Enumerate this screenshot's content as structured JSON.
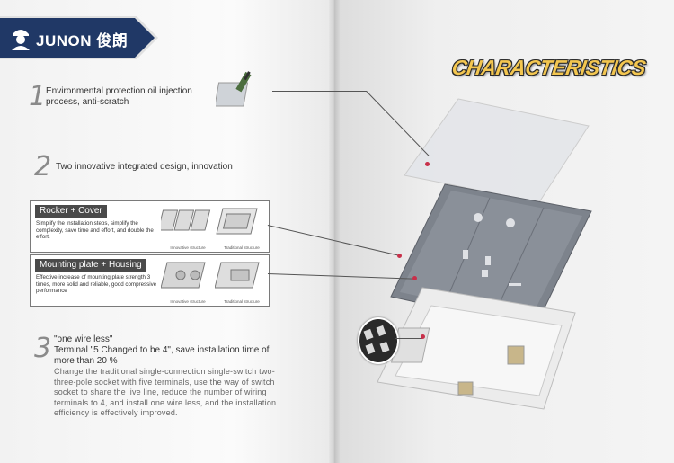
{
  "brand": {
    "name": "JUNON 俊朗"
  },
  "headline": "CHARACTERISTICS",
  "features": [
    {
      "number": "1",
      "text": "Environmental protection oil injection process, anti-scratch"
    },
    {
      "number": "2",
      "text": "Two innovative integrated design, innovation"
    },
    {
      "number": "3",
      "highlight": "\"one wire less\"",
      "title": "Terminal \"5 Changed to be 4\", save installation time of more than 20 %",
      "description": "Change the traditional single-connection single-switch two-three-pole socket with five terminals, use the way of switch socket to share the live line, reduce the number of wiring terminals to 4, and install one wire less, and the installation efficiency is effectively improved."
    }
  ],
  "boxes": [
    {
      "label": "Rocker + Cover",
      "description": "Simplify the installation steps, simplify the complexity, save time and effort, and double the effort.",
      "thumb_captions": [
        "Innovative structure",
        "Traditional structure"
      ]
    },
    {
      "label": "Mounting plate + Housing",
      "description": "Effective increase of mounting plate strength 3 times, more solid and reliable, good compressive performance",
      "thumb_captions": [
        "Innovative structure",
        "Traditional structure"
      ]
    }
  ],
  "colors": {
    "brand_navy": "#203866",
    "title_gold": "#f3c650",
    "leader_dot": "#c8304a"
  }
}
